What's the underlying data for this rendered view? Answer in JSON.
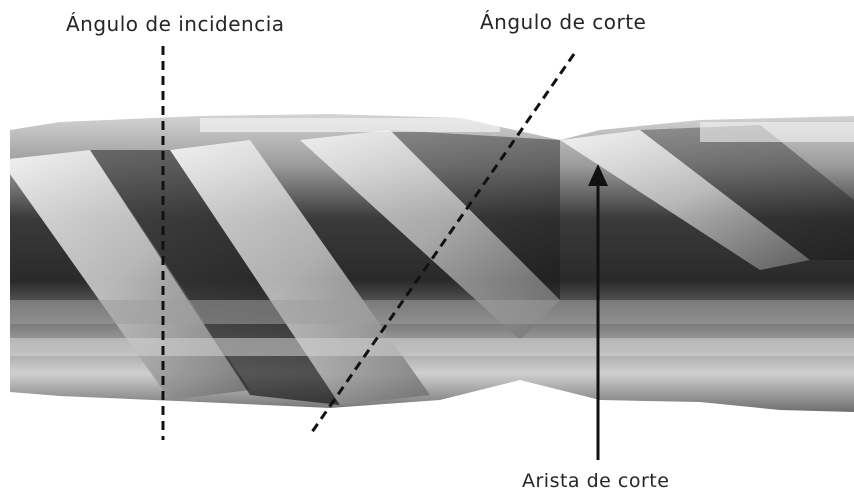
{
  "labels": {
    "incidence_angle": "Ángulo de incidencia",
    "cutting_angle": "Ángulo de corte",
    "cutting_edge": "Arista de corte"
  },
  "colors": {
    "metal_dark": "#2e2e2e",
    "metal_mid": "#7a7a7a",
    "metal_light": "#e8e8e8",
    "annotation": "#111111"
  }
}
